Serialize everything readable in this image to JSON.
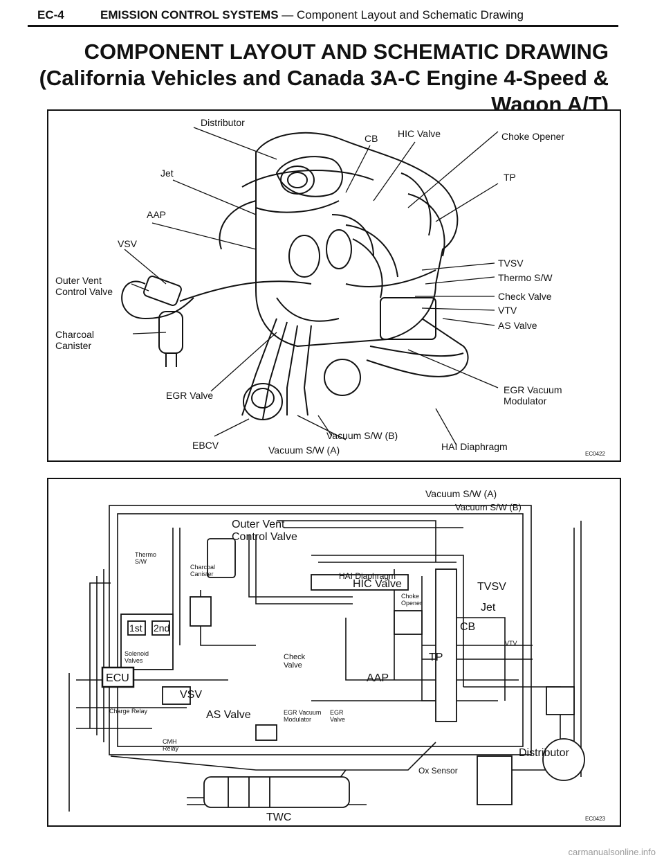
{
  "header": {
    "code": "EC-4",
    "section": "EMISSION CONTROL SYSTEMS",
    "subsection": "— Component Layout and Schematic Drawing"
  },
  "title": {
    "line1": "COMPONENT LAYOUT AND SCHEMATIC DRAWING",
    "line2": "(California Vehicles and Canada 3A-C Engine 4-Speed &",
    "line3": "Wagon A/T)"
  },
  "layout": {
    "labels": {
      "distributor": "Distributor",
      "cb": "CB",
      "hic_valve": "HIC Valve",
      "choke_opener": "Choke Opener",
      "jet": "Jet",
      "tp": "TP",
      "aap": "AAP",
      "vsv": "VSV",
      "outer_vent_1": "Outer Vent",
      "outer_vent_2": "Control Valve",
      "tvsv": "TVSV",
      "thermo_sw": "Thermo S/W",
      "check_valve": "Check Valve",
      "vtv": "VTV",
      "as_valve": "AS Valve",
      "charcoal_1": "Charcoal",
      "charcoal_2": "Canister",
      "egr_valve": "EGR Valve",
      "egr_mod_1": "EGR Vacuum",
      "egr_mod_2": "Modulator",
      "vacuum_b": "Vacuum S/W (B)",
      "ebcv": "EBCV",
      "vacuum_a": "Vacuum S/W (A)",
      "hai": "HAI Diaphragm"
    },
    "code": "EC0422"
  },
  "schematic": {
    "labels": {
      "vacuum_a": "Vacuum S/W (A)",
      "vacuum_b": "Vacuum S/W (B)",
      "outer_vent_1": "Outer Vent",
      "outer_vent_2": "Control Valve",
      "thermo_1": "Thermo",
      "thermo_2": "S/W",
      "charcoal_1": "Charcoal",
      "charcoal_2": "Canister",
      "hai": "HAI Diaphragm",
      "hic": "HIC Valve",
      "tvsv": "TVSV",
      "jet": "Jet",
      "choke_1": "Choke",
      "choke_2": "Opener",
      "first": "1st",
      "second": "2nd",
      "solenoid_1": "Solenoid",
      "solenoid_2": "Valves",
      "cb": "CB",
      "ecu": "ECU",
      "vtv": "VTV",
      "check_1": "Check",
      "check_2": "Valve",
      "tp": "TP",
      "aap": "AAP",
      "vsv": "VSV",
      "as_valve": "AS Valve",
      "charge_relay": "Charge Relay",
      "egr_mod_1": "EGR Vacuum",
      "egr_mod_2": "Modulator",
      "egr_1": "EGR",
      "egr_2": "Valve",
      "cmh_1": "CMH",
      "cmh_2": "Relay",
      "ox": "Ox Sensor",
      "distributor": "Distributor",
      "twc": "TWC"
    },
    "code": "EC0423"
  },
  "watermark": "carmanualsonline.info"
}
